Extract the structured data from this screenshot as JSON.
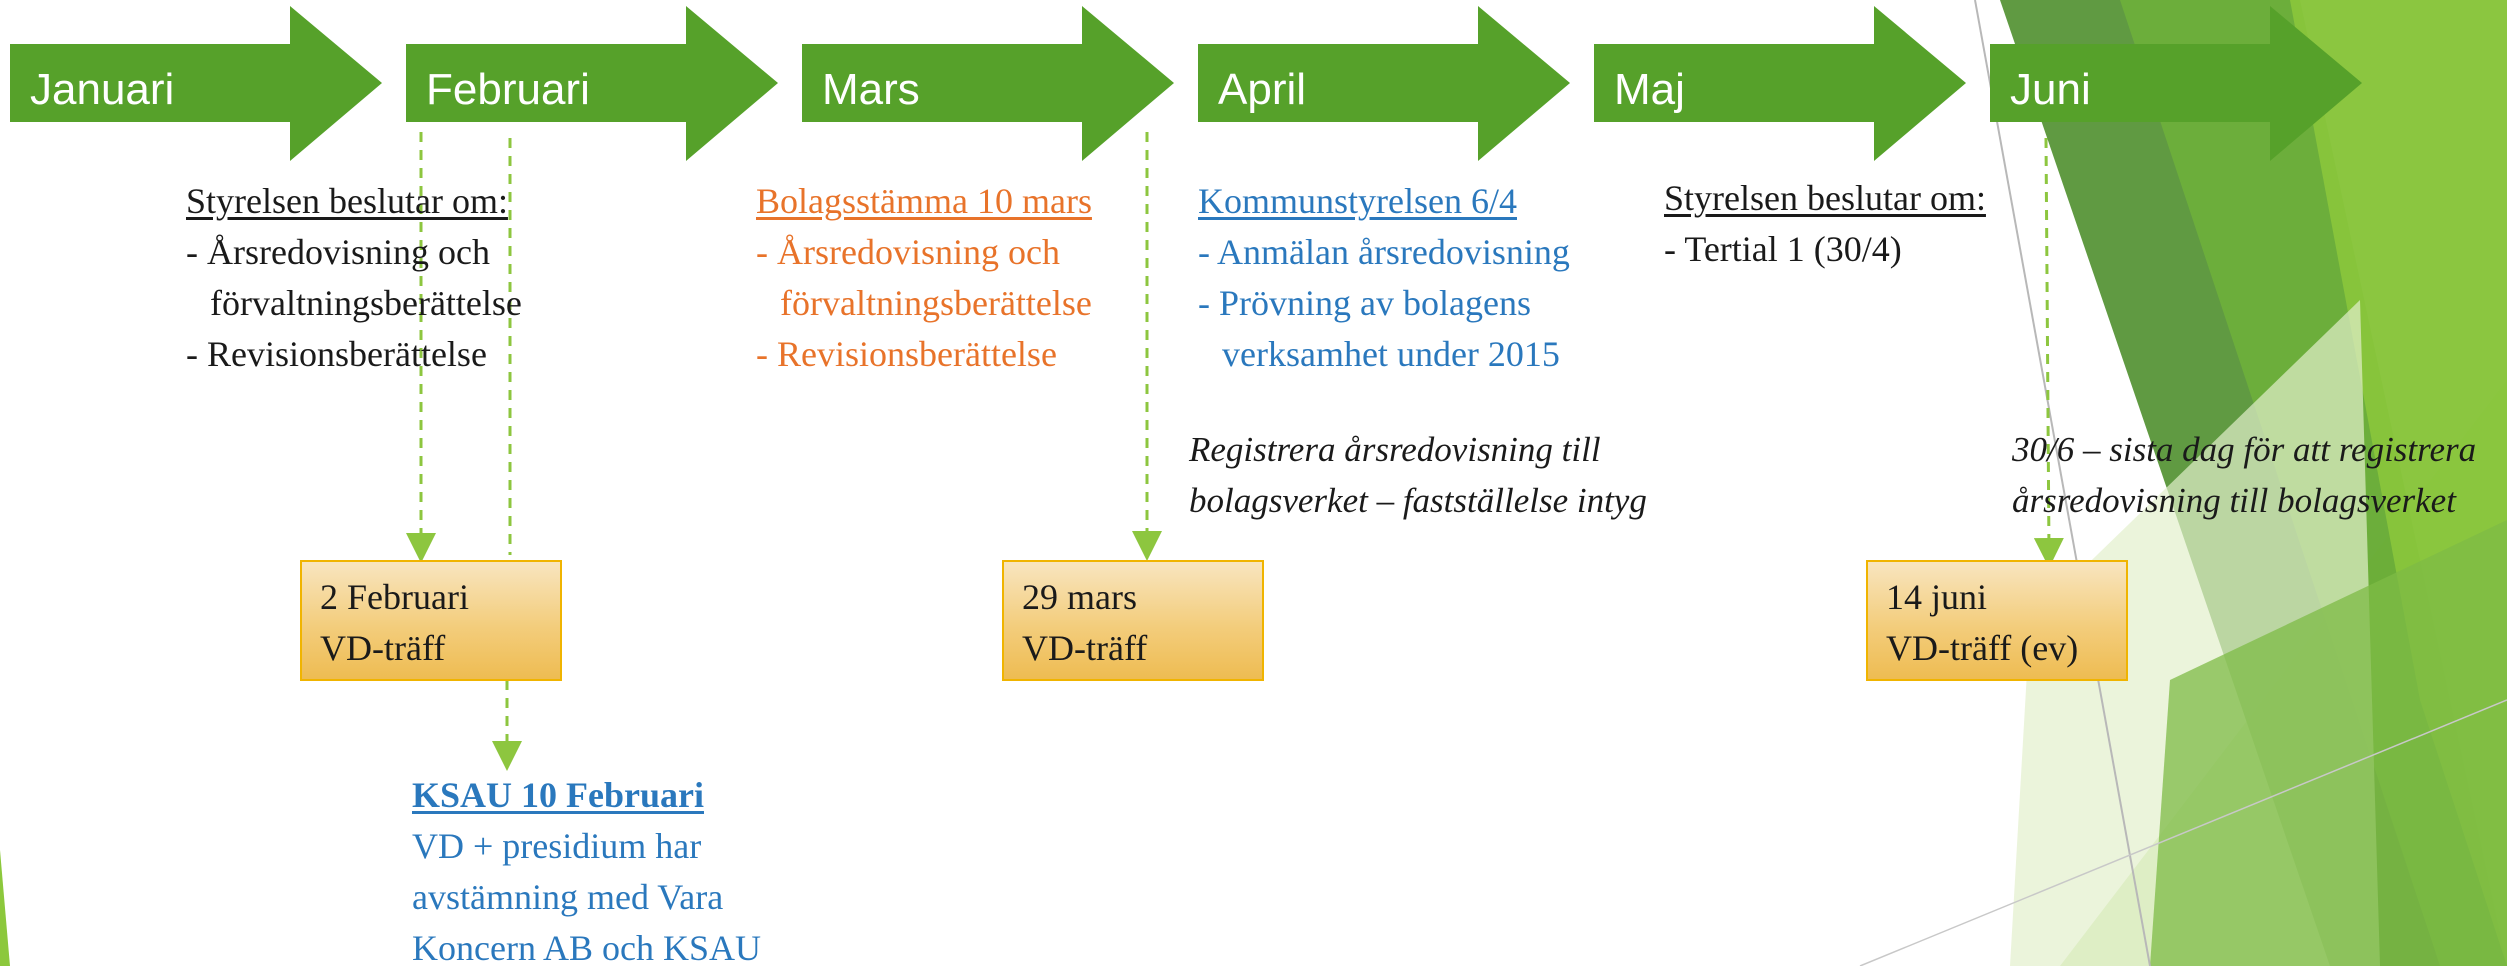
{
  "colors": {
    "arrow_green": "#56a12a",
    "orange_text": "#e8732a",
    "blue_text": "#2a78bd",
    "box_fill": "#f3cd7c",
    "box_border": "#f0b400",
    "dash_green": "#8dc63f"
  },
  "months": [
    "Januari",
    "Februari",
    "Mars",
    "April",
    "Maj",
    "Juni"
  ],
  "styrelsen_jan": {
    "title": "Styrelsen beslutar om:",
    "lines": [
      "- Årsredovisning och",
      "förvaltningsberättelse",
      "- Revisionsberättelse"
    ]
  },
  "bolagsstamma": {
    "title": "Bolagsstämma 10 mars",
    "lines": [
      "- Årsredovisning och",
      "förvaltningsberättelse",
      "- Revisionsberättelse"
    ]
  },
  "kommunstyrelsen": {
    "title": "Kommunstyrelsen 6/4",
    "lines": [
      "- Anmälan årsredovisning",
      "- Prövning av bolagens",
      "verksamhet under 2015"
    ]
  },
  "styrelsen_maj": {
    "title": "Styrelsen beslutar om:",
    "lines": [
      "- Tertial 1 (30/4)"
    ]
  },
  "registrera": {
    "lines": [
      "Registrera årsredovisning till",
      "bolagsverket – fastställelse intyg"
    ]
  },
  "sista_dag": {
    "lines": [
      "30/6 – sista dag för att registrera",
      "årsredovisning till bolagsverket"
    ]
  },
  "boxes": [
    {
      "line1": "2 Februari",
      "line2": "VD-träff"
    },
    {
      "line1": "29 mars",
      "line2": "VD-träff"
    },
    {
      "line1": "14 juni",
      "line2": "VD-träff (ev)"
    }
  ],
  "ksau": {
    "title": "KSAU 10 Februari",
    "lines": [
      "VD + presidium har",
      "avstämning med Vara",
      "Koncern AB och KSAU"
    ]
  }
}
